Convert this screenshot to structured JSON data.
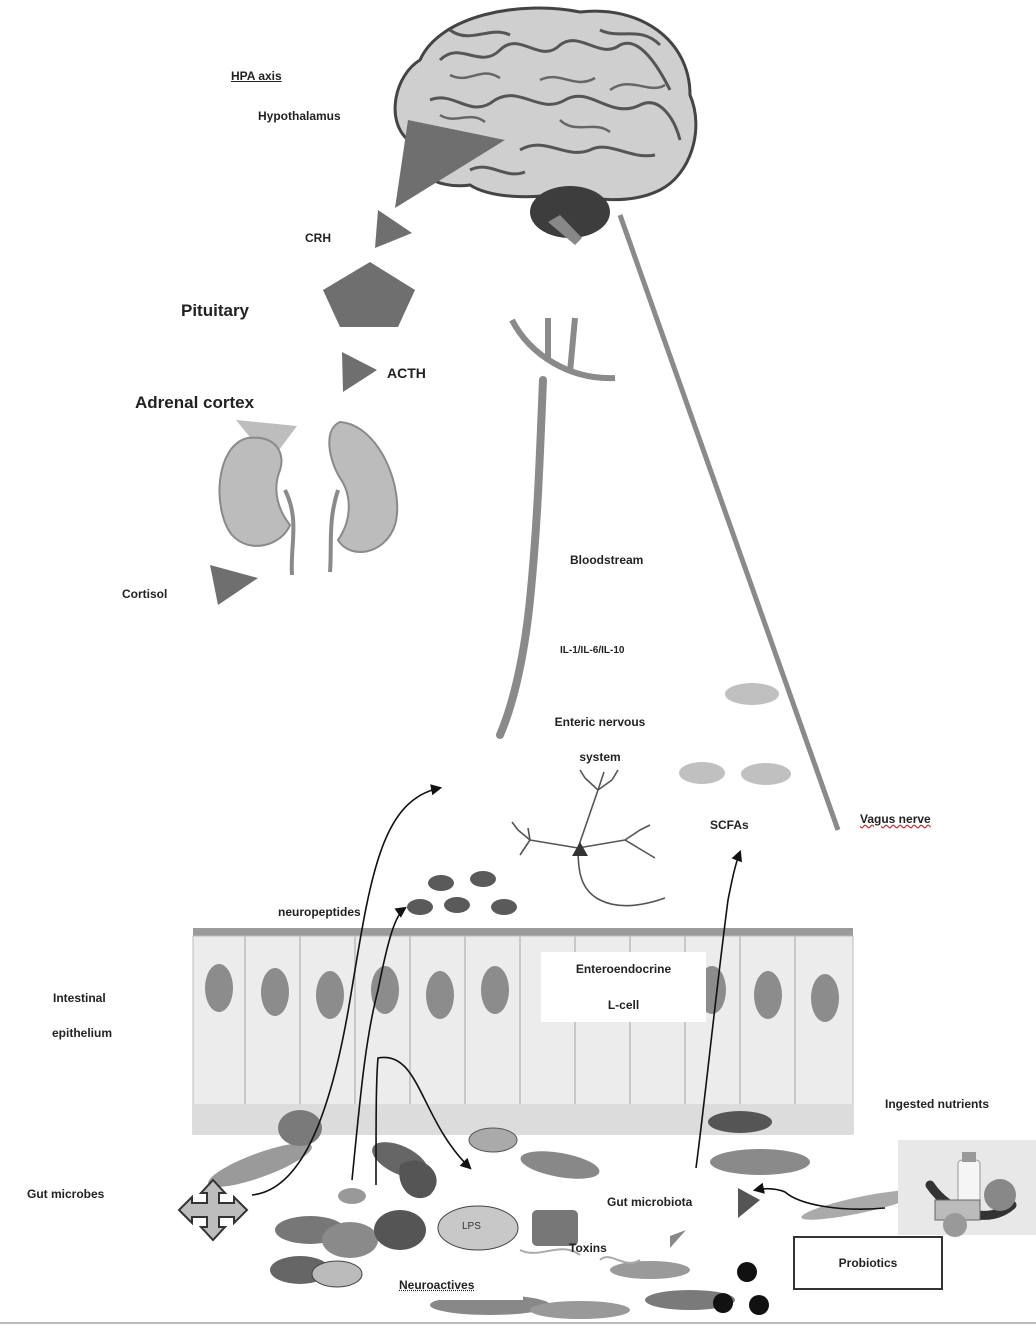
{
  "labels": {
    "hpa_axis": "HPA axis",
    "hypothalamus": "Hypothalamus",
    "crh": "CRH",
    "pituitary": "Pituitary",
    "acth": "ACTH",
    "adrenal_cortex": "Adrenal cortex",
    "cortisol": "Cortisol",
    "bloodstream": "Bloodstream",
    "cytokines": "IL-1/IL-6/IL-10",
    "enteric_line1": "Enteric nervous",
    "enteric_line2": "system",
    "scfas": "SCFAs",
    "vagus_nerve": "Vagus nerve",
    "neuropeptides": "neuropeptides",
    "enteroendocrine_line1": "Enteroendocrine",
    "enteroendocrine_line2": "L-cell",
    "intestinal_line1": "Intestinal",
    "intestinal_line2": "epithelium",
    "ingested_nutrients": "Ingested nutrients",
    "gut_microbes": "Gut microbes",
    "gut_microbiota": "Gut microbiota",
    "lps": "LPS",
    "toxins": "Toxins",
    "probiotics": "Probiotics",
    "neuroactives": "Neuroactives"
  },
  "colors": {
    "shape_fill": "#6f6f6f",
    "brain_fill": "#c9c9c9",
    "nerve_line": "#8a8a8a",
    "epithelium_fill": "#ececec",
    "nucleus_fill": "#8c8c8c",
    "arrow": "#111111"
  }
}
